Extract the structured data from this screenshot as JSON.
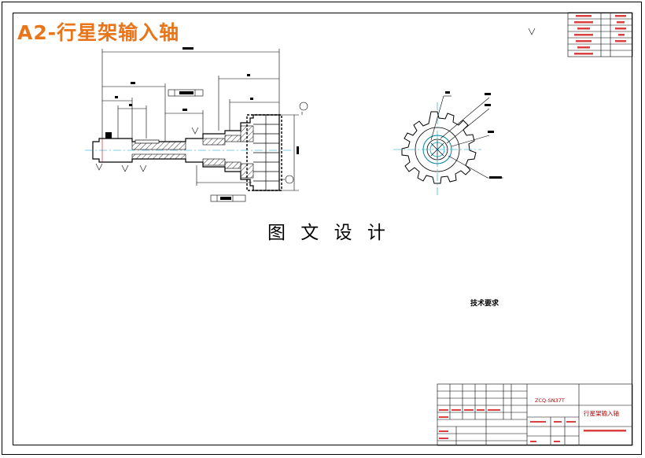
{
  "drawing": {
    "title": "A2-行星架输入轴",
    "watermark": "图 文 设 计"
  },
  "technical_requirements": {
    "heading": "技术要求"
  },
  "title_block": {
    "drawing_code": "ZCQ-SN37T",
    "part_name": "行星架输入轴"
  },
  "colors": {
    "title_orange": "#e8751a",
    "annotation_red": "#b80000",
    "centerline_cyan": "#00a0c8",
    "line_black": "#000000"
  }
}
